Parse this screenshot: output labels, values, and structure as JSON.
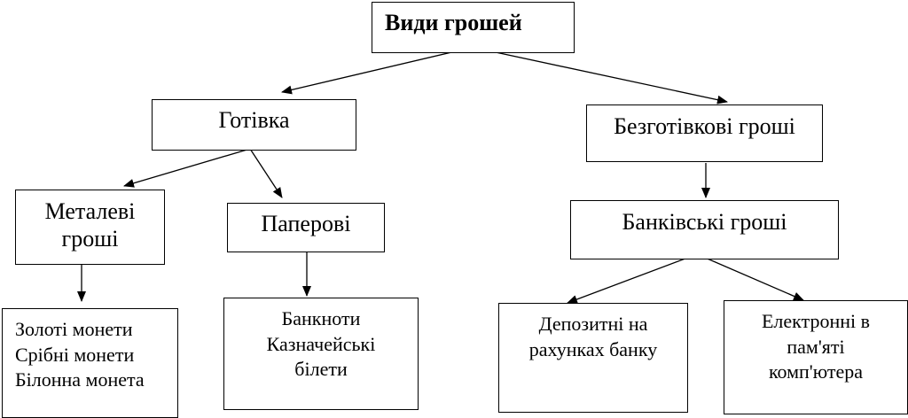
{
  "diagram": {
    "root": "Види грошей",
    "cash": "Готівка",
    "noncash": "Безготівкові гроші",
    "metal": "Металеві\nгроші",
    "paper": "Паперові",
    "bank": "Банківські гроші",
    "coins": "Золоті монети\nСрібні монети\nБілонна монета",
    "notes": "Банкноти\nКазначейські\nбілети",
    "deposit": "Депозитні на\nрахунках банку",
    "electronic": "Електронні в\nпам'яті\nкомп'ютера"
  },
  "colors": {
    "stroke": "#000000",
    "background": "#ffffff"
  }
}
